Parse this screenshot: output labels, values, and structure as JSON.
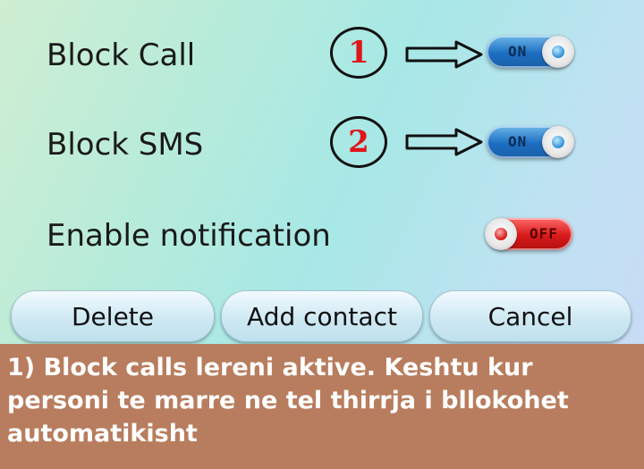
{
  "settings": {
    "block_call": {
      "label": "Block Call",
      "state": "ON"
    },
    "block_sms": {
      "label": "Block SMS",
      "state": "ON"
    },
    "enable_notification": {
      "label": "Enable notification",
      "state": "OFF"
    }
  },
  "annotations": {
    "marker1": "1",
    "marker2": "2"
  },
  "buttons": {
    "delete": "Delete",
    "add_contact": "Add contact",
    "cancel": "Cancel"
  },
  "caption": {
    "text": "1) Block calls lereni aktive. Keshtu kur personi te marre ne tel thirrja i bllokohet automatikisht"
  },
  "colors": {
    "caption_bg": "#b87d5e",
    "toggle_on": "#1c6ec1",
    "toggle_off": "#d81a1a",
    "marker_digit": "#e0151b"
  }
}
